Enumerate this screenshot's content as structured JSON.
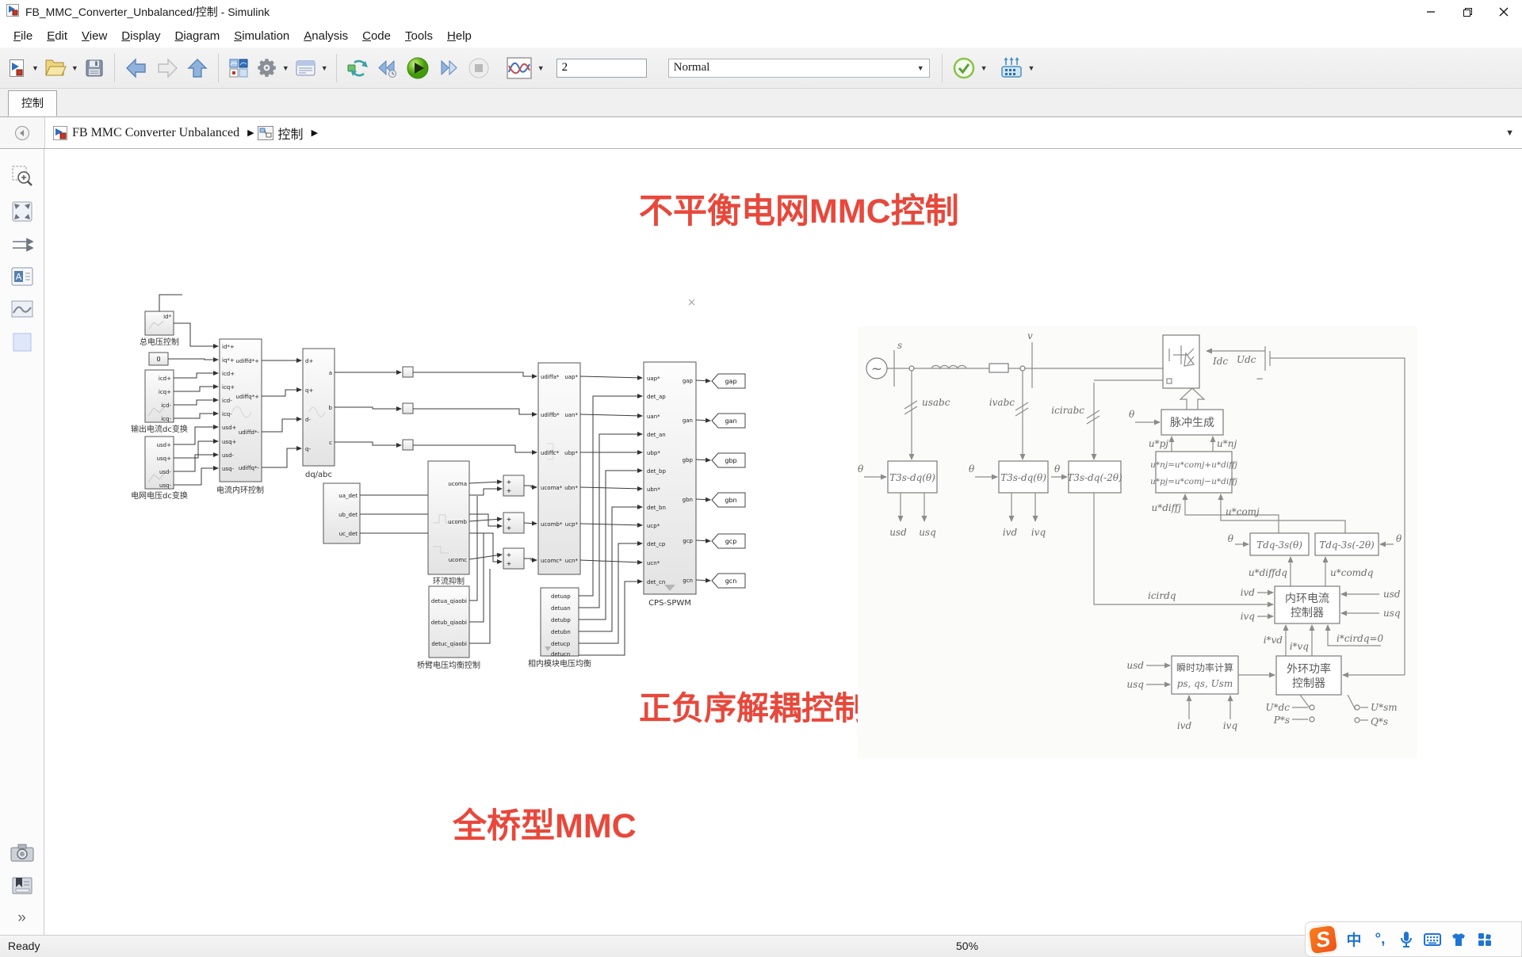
{
  "window": {
    "title": "FB_MMC_Converter_Unbalanced/控制 - Simulink"
  },
  "menu": {
    "items": [
      "File",
      "Edit",
      "View",
      "Display",
      "Diagram",
      "Simulation",
      "Analysis",
      "Code",
      "Tools",
      "Help"
    ]
  },
  "toolbar": {
    "stop_time": "2",
    "sim_mode": "Normal"
  },
  "tab": {
    "label": "控制"
  },
  "breadcrumb": {
    "root": "FB MMC Converter Unbalanced",
    "current": "控制",
    "sep": "▶"
  },
  "annotations": {
    "title": "不平衡电网MMC控制",
    "middle": "正负序解耦控制",
    "bottom": "全桥型MMC"
  },
  "colors": {
    "annotation_red": "#e8483b",
    "run_green": "#57a814",
    "sogou_blue": "#1f74d4",
    "sogou_orange": "#ee5a18"
  },
  "status": {
    "ready": "Ready",
    "zoom": "50%"
  },
  "sogou": {
    "mode": "中",
    "punct": "°,"
  },
  "ld": {
    "vctl": {
      "label": "总电压控制",
      "out": "id*"
    },
    "zero": "0",
    "idq": {
      "label": "输出电流dc变换",
      "ports": [
        "icd+",
        "icq+",
        "icd-",
        "icq-"
      ]
    },
    "udq": {
      "label": "电网电压dc变换",
      "ports": [
        "usd+",
        "usq+",
        "usd-",
        "usq-"
      ]
    },
    "inner": {
      "label": "电流内环控制",
      "in": [
        "id*+",
        "iq*+",
        "icd+",
        "icq+",
        "icd-",
        "icq-",
        "usd+",
        "usq+",
        "usd-",
        "usq-"
      ],
      "out": [
        "udiffd*+",
        "udiffq*+",
        "udiffd*-",
        "udiffq*-"
      ]
    },
    "dqabc": {
      "label": "dq/abc",
      "in": [
        "d+",
        "q+",
        "d-",
        "q-"
      ],
      "out": [
        "a",
        "b",
        "c"
      ]
    },
    "det": {
      "ports": [
        "ua_det",
        "ub_det",
        "uc_det"
      ]
    },
    "circ": {
      "label": "环流抑制",
      "out": [
        "ucoma",
        "ucomb",
        "ucomc"
      ]
    },
    "arm": {
      "label": "桥臂电压均衡控制",
      "out": [
        "detua_qiaobi",
        "detub_qiaobi",
        "detuc_qiaobi"
      ]
    },
    "mod": {
      "in": [
        "udiffa*",
        "udiffb*",
        "udiffc*",
        "ucoma*",
        "ucomb*",
        "ucomc*"
      ],
      "out": [
        "uap*",
        "uan*",
        "ubp*",
        "ubn*",
        "ucp*",
        "ucn*"
      ]
    },
    "phmod": {
      "label": "相内模块电压均衡",
      "in": [
        "detuap",
        "detuan",
        "detubp",
        "detubn",
        "detucp",
        "detucn"
      ]
    },
    "cps": {
      "label": "CPS-SPWM",
      "in": [
        "uap*",
        "det_ap",
        "uan*",
        "det_an",
        "ubp*",
        "det_bp",
        "ubn*",
        "det_bn",
        "ucp*",
        "det_cp",
        "ucn*",
        "det_cn"
      ],
      "out": [
        "gap",
        "gan",
        "gbp",
        "gbn",
        "gcp",
        "gcn"
      ]
    },
    "goto": [
      "gap",
      "gan",
      "gbp",
      "gbn",
      "gcp",
      "gcn"
    ],
    "plus": "+"
  },
  "rd": {
    "src": "~",
    "s": "s",
    "v": "v",
    "idc": "Idc",
    "udc": "Udc",
    "minus": "−",
    "usabc": "usabc",
    "ivabc": "ivabc",
    "icirabc": "icirabc",
    "theta": "θ",
    "t3s1": "T3s-dq(θ)",
    "t3s2": "T3s-dq(θ)",
    "t3s3": "T3s-dq(-2θ)",
    "usd": "usd",
    "usq": "usq",
    "ivd": "ivd",
    "ivq": "ivq",
    "pulse": "脉冲生成",
    "upj": "u*pj",
    "unj": "u*nj",
    "eq1": "u*nj=u*comj+u*diffj",
    "eq2": "u*pj=u*comj−u*diffj",
    "udiffj": "u*diffj",
    "ucomj": "u*comj",
    "tdq1": "Tdq-3s(θ)",
    "tdq2": "Tdq-3s(-2θ)",
    "udiffdq": "u*diffdq",
    "ucomdq": "u*comdq",
    "icirdq": "icirdq",
    "inner1": "内环电流",
    "inner2": "控制器",
    "ivd2": "i*vd",
    "ivq2": "i*vq",
    "icir0": "i*cirdq=0",
    "pc1": "瞬时功率计算",
    "pc2": "ps, qs, Usm",
    "outer1": "外环功率",
    "outer2": "控制器",
    "udcref": "U*dc",
    "psref": "P*s",
    "usmref": "U*sm",
    "qsref": "Q*s"
  }
}
